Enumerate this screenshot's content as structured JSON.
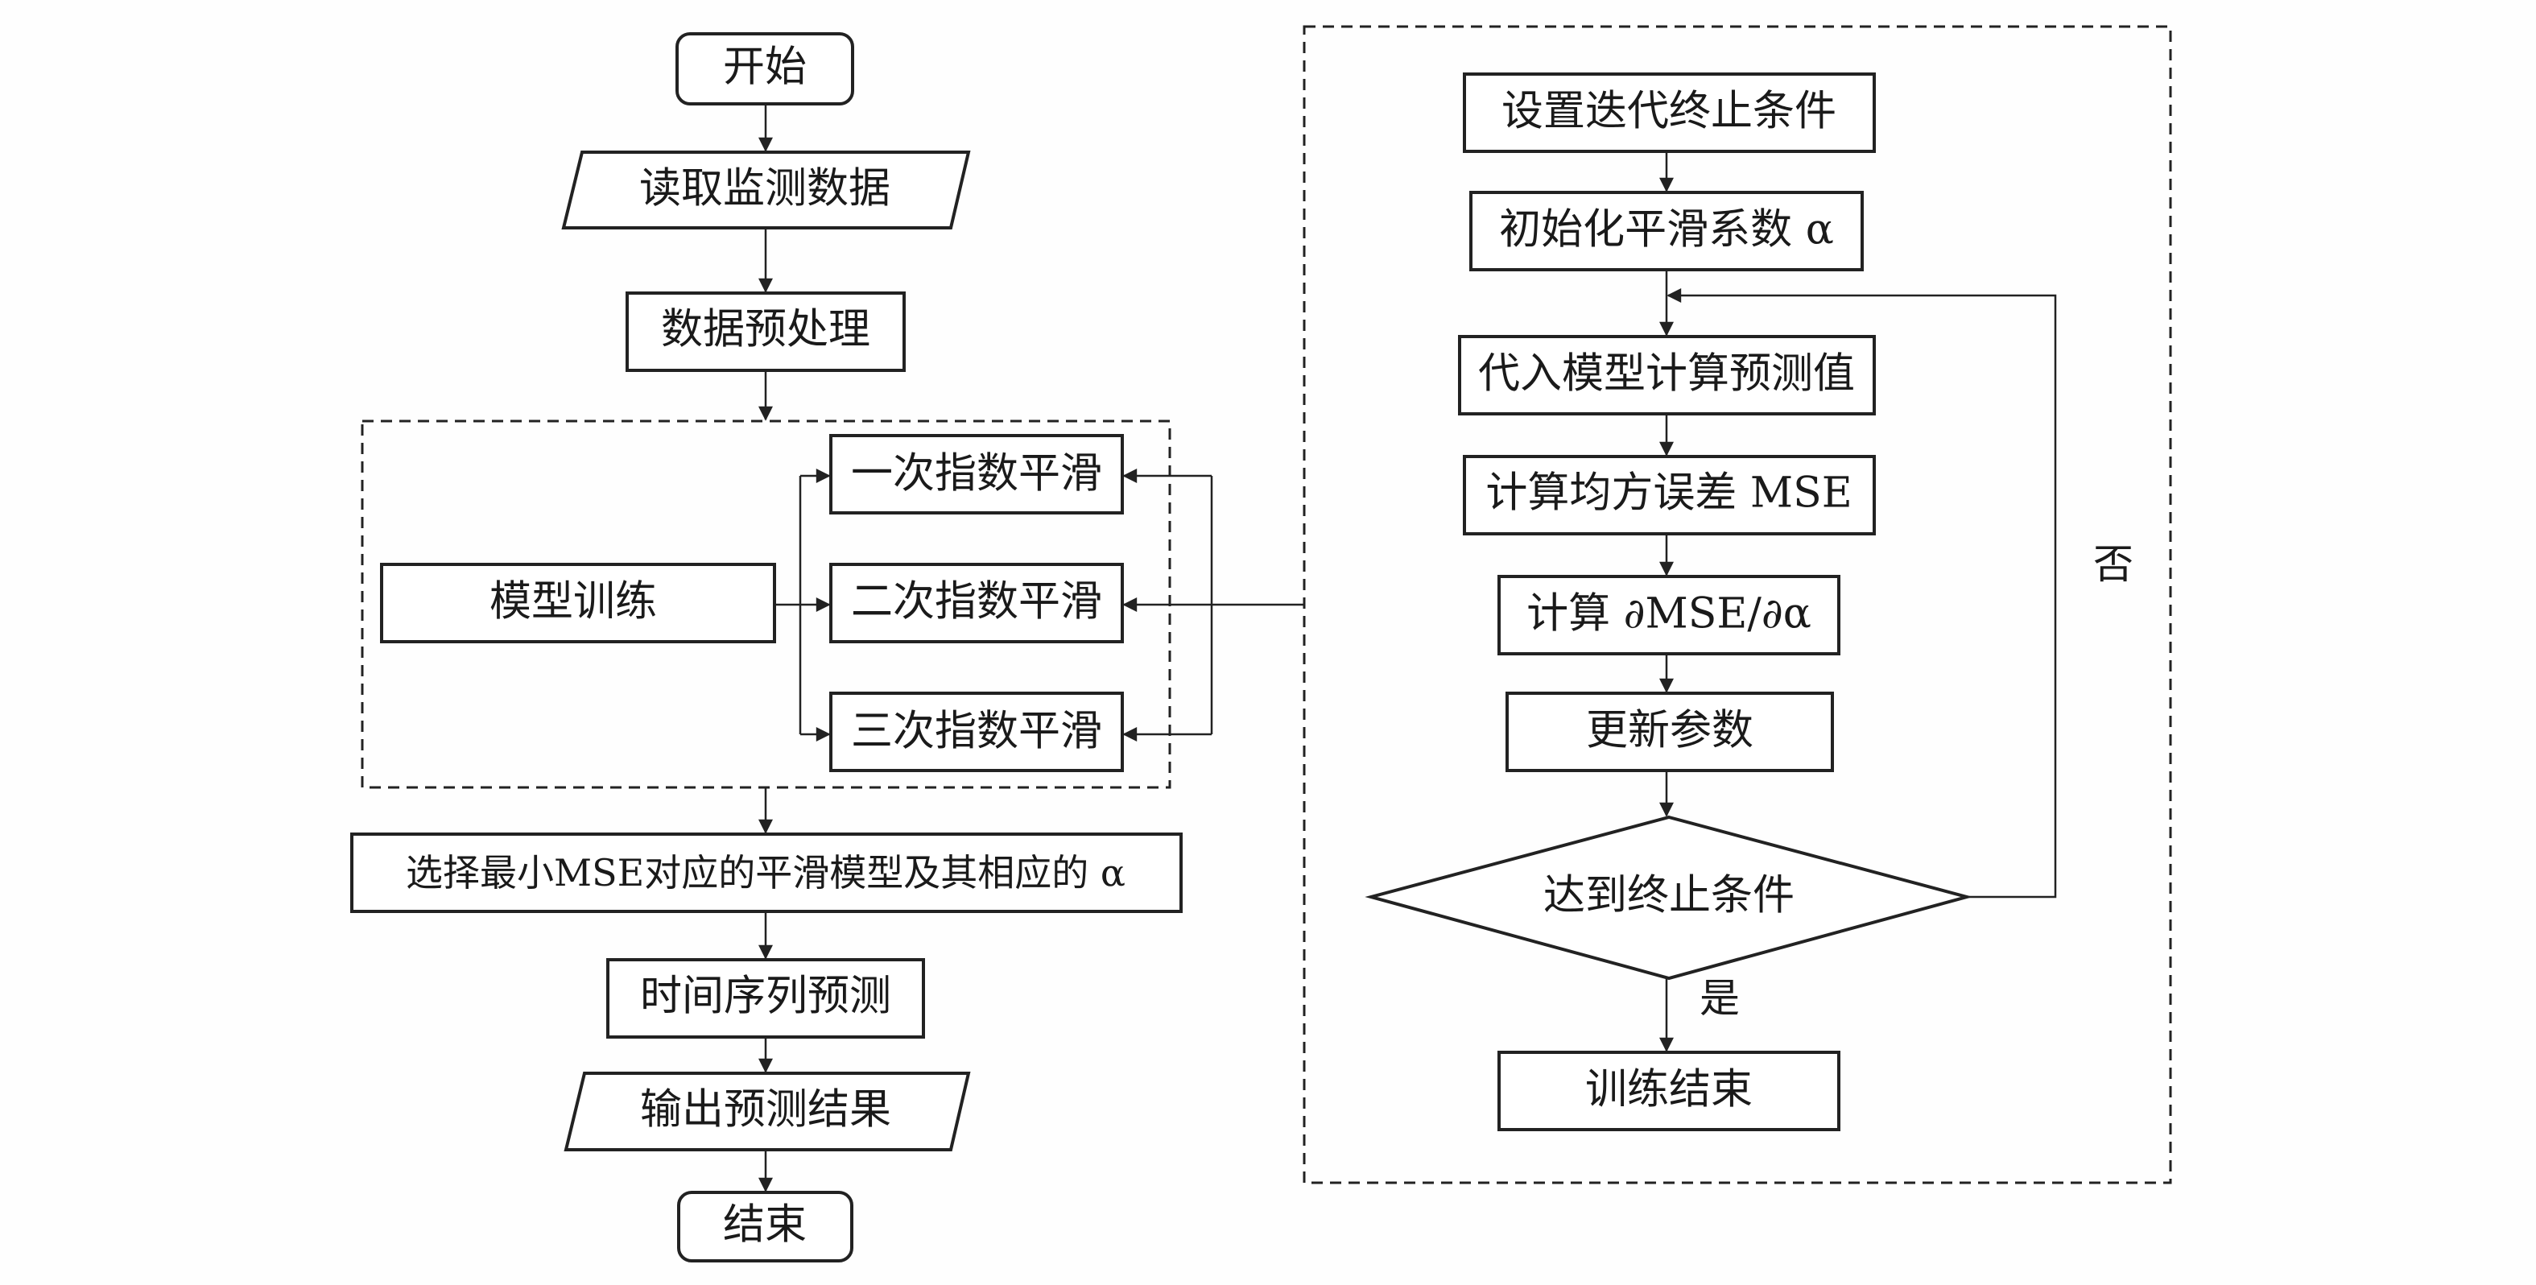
{
  "left_flow": {
    "start": "开始",
    "read_data": "读取监测数据",
    "preprocess": "数据预处理",
    "model_training": "模型训练",
    "smoothing_1": "一次指数平滑",
    "smoothing_2": "二次指数平滑",
    "smoothing_3": "三次指数平滑",
    "select_model": "选择最小MSE对应的平滑模型及其相应的 α",
    "ts_predict": "时间序列预测",
    "output": "输出预测结果",
    "end": "结束"
  },
  "right_flow": {
    "set_stop": "设置迭代终止条件",
    "init_alpha": "初始化平滑系数 α",
    "compute_pred": "代入模型计算预测值",
    "compute_mse": "计算均方误差 MSE",
    "compute_grad": "计算 ∂MSE/∂α",
    "update_params": "更新参数",
    "reach_stop": "达到终止条件",
    "yes_label": "是",
    "no_label": "否",
    "train_end": "训练结束"
  }
}
